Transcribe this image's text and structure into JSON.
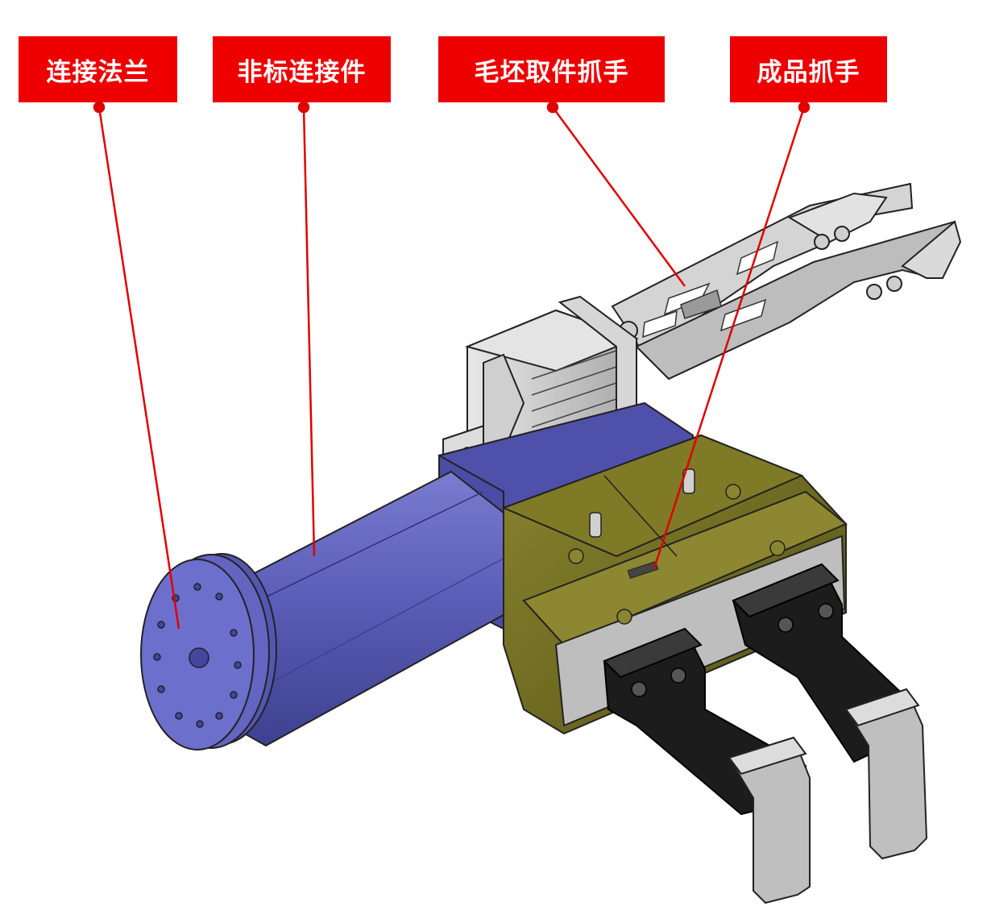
{
  "labels": [
    {
      "text": "连接法兰"
    },
    {
      "text": "非标连接件"
    },
    {
      "text": "毛坯取件抓手"
    },
    {
      "text": "成品抓手"
    }
  ],
  "colors": {
    "label_bg": "#ee0000",
    "label_text": "#ffffff",
    "leader_line": "#e00000",
    "flange_blue": "#5a5cb8",
    "body_olive": "#6e6a1e",
    "finger_black": "#1a1a1a",
    "metal_gray": "#c9c9c9"
  }
}
